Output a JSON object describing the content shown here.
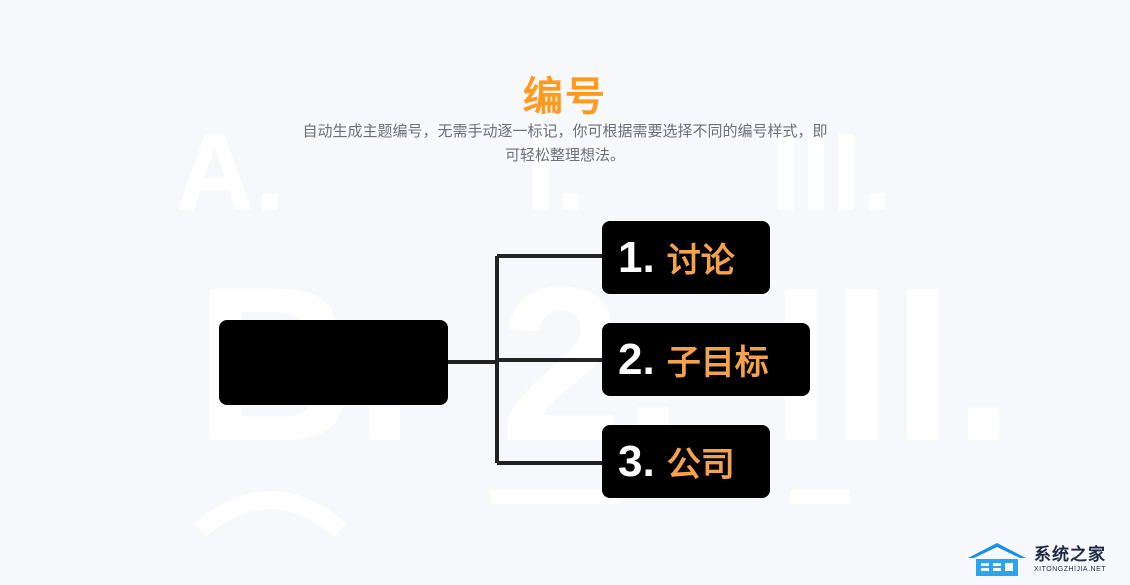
{
  "header": {
    "title": "编号",
    "description": "自动生成主题编号，无需手动逐一标记，你可根据需要选择不同的编号样式，即可轻松整理想法。"
  },
  "mindmap": {
    "root_label": "",
    "children": [
      {
        "number": "1.",
        "label": "讨论"
      },
      {
        "number": "2.",
        "label": "子目标"
      },
      {
        "number": "3.",
        "label": "公司"
      }
    ]
  },
  "colors": {
    "title": "#ff9a1f",
    "child_label": "#f5a24d",
    "node_bg": "#000000",
    "connector": "#222222",
    "background": "#f7f8fb"
  },
  "watermark_logo": {
    "name_cn": "系统之家",
    "name_en": "XITONGZHIJIA.NET",
    "icon": "house-logo-icon"
  }
}
